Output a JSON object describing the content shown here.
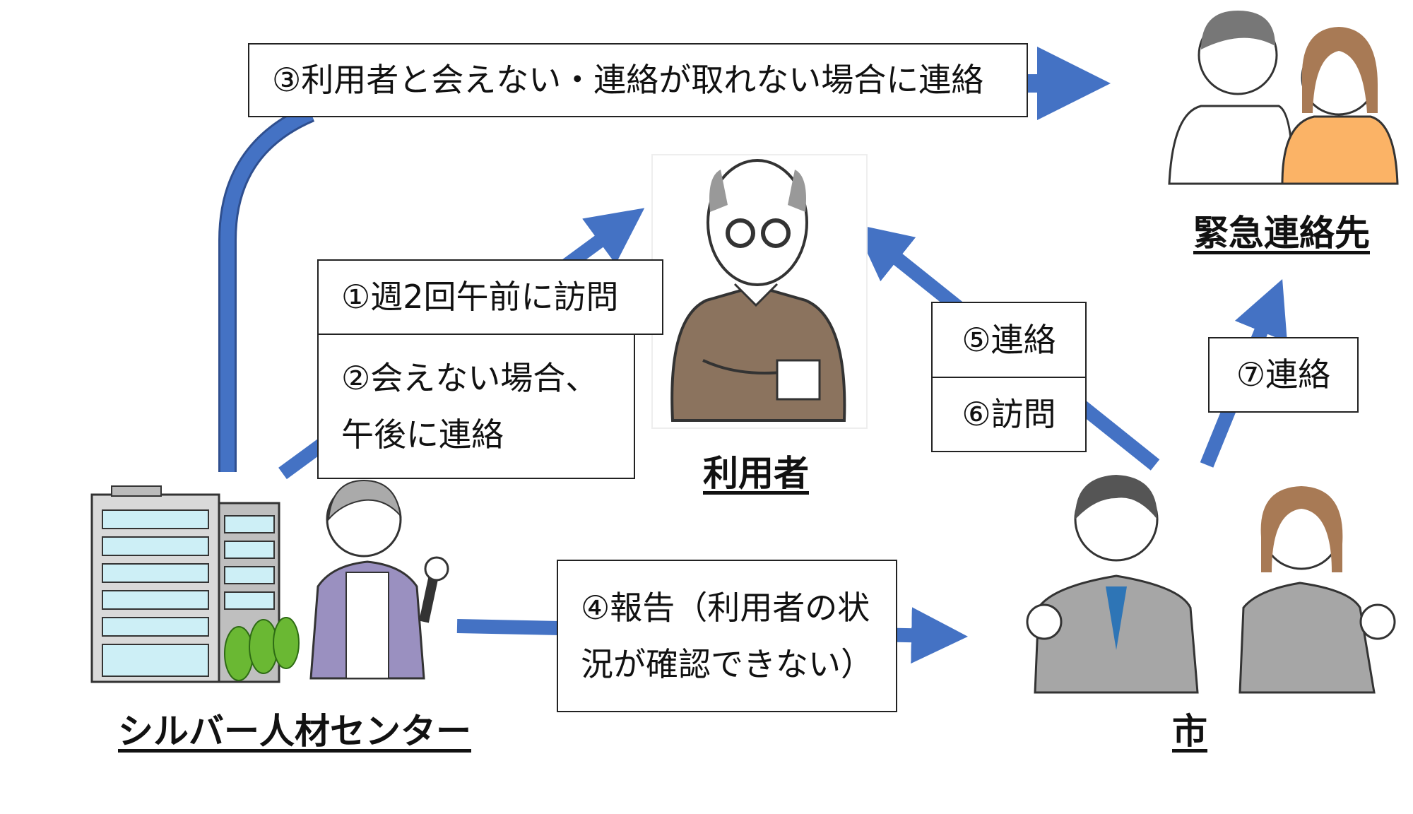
{
  "steps": {
    "s1": "①週2回午前に訪問",
    "s2_line1": "②会えない場合、",
    "s2_line2": "午後に連絡",
    "s3": "③利用者と会えない・連絡が取れない場合に連絡",
    "s4_line1": "④報告（利用者の状",
    "s4_line2": "況が確認できない）",
    "s5": "⑤連絡",
    "s6": "⑥訪問",
    "s7": "⑦連絡"
  },
  "actors": {
    "silver": "シルバー人材センター",
    "user": "利用者",
    "city": "市",
    "emergency": "緊急連絡先"
  },
  "colors": {
    "arrow": "#4472C4"
  }
}
